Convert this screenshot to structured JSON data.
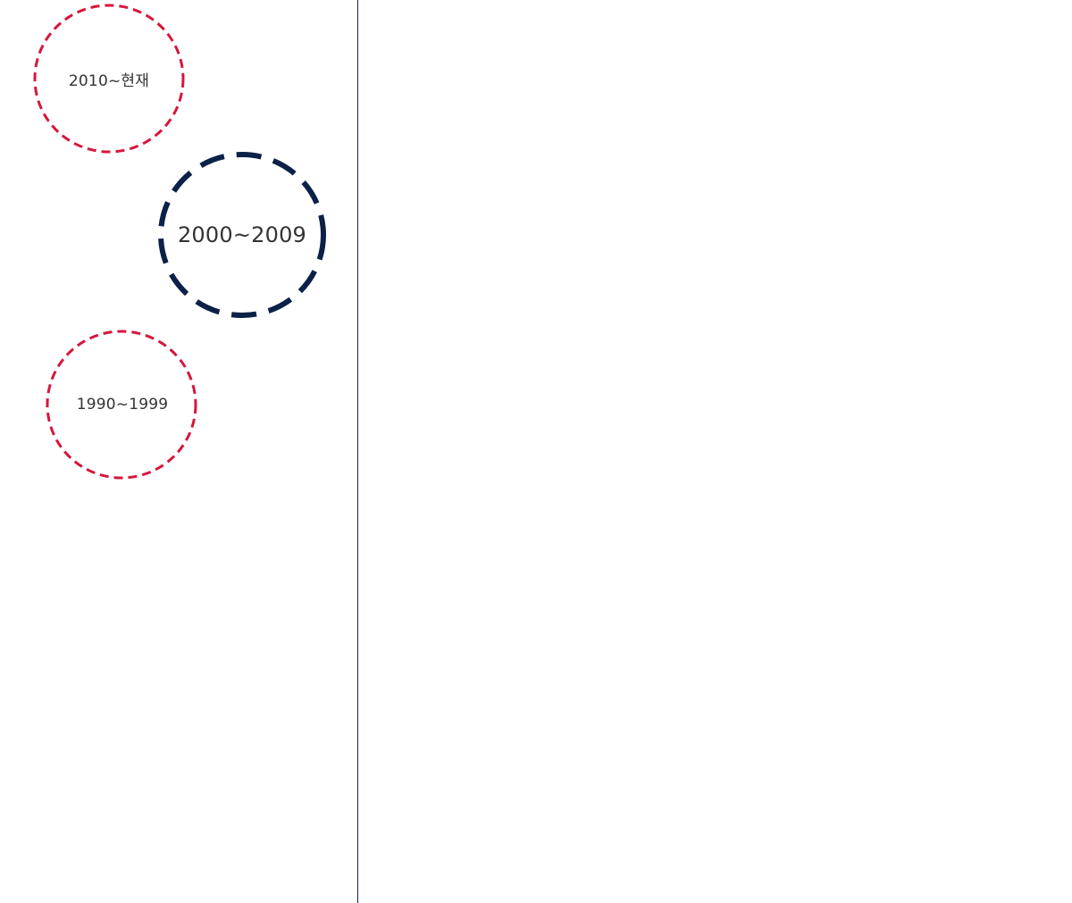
{
  "timeline": {
    "eras": [
      {
        "label": "2010~현재",
        "active": false,
        "color": "#d6163c"
      },
      {
        "label": "2000~2009",
        "active": true,
        "color": "#0b2147"
      },
      {
        "label": "1990~1999",
        "active": false,
        "color": "#d6163c"
      }
    ],
    "divider_color": "#0b2147"
  }
}
